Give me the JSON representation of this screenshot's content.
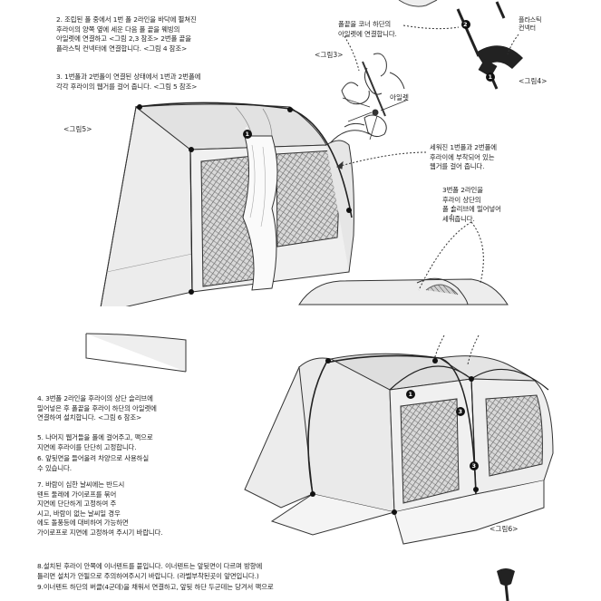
{
  "instructions": {
    "step2": "2. 조립된 폴 중에서 1번 폴 2라인을 바닥에 펼쳐진\n후라이의 양쪽 옆에 세운 다음 폴 끝을 웨빙의\n아일렛에 연결하고 <그림 2,3 참조> 2번폴 끝을\n플라스틱 컨넥터에 연결합니다. <그림 4 참조>",
    "step3": "3. 1번폴과 2번폴이 연결된 상태에서 1번과 2번폴에\n각각 후라이의 웹거를 걸어 줍니다. <그림 5 참조>",
    "callout_eyelet_text": "폴끝을 코너 하단의\n아일렛에 연결합니다.",
    "callout_hooks": "세워진 1번폴과 2번폴에\n후라이에 부착되어 있는\n웹거를 걸어 줍니다.",
    "callout_sleeve": "3번폴 2라인을\n후라이 상단의\n폴 슬리브에 밀어넣어\n세워줍니다.",
    "step4": "4. 3번폴 2라인을 후라이의 상단 슬리브에\n밀어넣은 후 폴끝을 후라이 하단의 아일렛에\n연결하여 설치합니다. <그림 6 참조>",
    "step5": "5. 나머지 웹거들을 폴에 걸어주고, 팩으로\n지면에 후라이를 단단히 고정합니다.",
    "step6": "6. 앞뒷면을 들어올려 차양으로 사용하실\n수 있습니다.",
    "step7": "7. 바람이 심한 날씨에는 반드시\n텐트 둘레에 가이로프를 묶어\n지면에 단단하게 고정하여 주\n시고, 바람이 없는 날씨일 경우\n에도 돌풍등에 대비하여 가능하면\n가이로프로 지면에 고정하여 주시기 바랍니다.",
    "step8": "8.설치된 후라이 안쪽에 이너텐트를 붙입니다. 이너텐트는 앞뒷면이 다르며 방향에\n틀리면 설치가 안될으로 주의하여주시기 바랍니다. (라벨부착된곳이 앞면입니다.)",
    "step9": "9.이너텐트 하단의 버클(4군데)을 채워서 연결하고, 앞뒷 하단 두군데는 당겨서 팩으로"
  },
  "labels": {
    "fig3": "<그림3>",
    "fig4": "<그림4>",
    "fig5": "<그림5>",
    "fig6": "<그림6>",
    "eyelet": "아일렛",
    "plastic_connector": "플라스틱\n컨넥터"
  },
  "pole_markers": {
    "one": "1",
    "two": "2",
    "three": "3"
  }
}
